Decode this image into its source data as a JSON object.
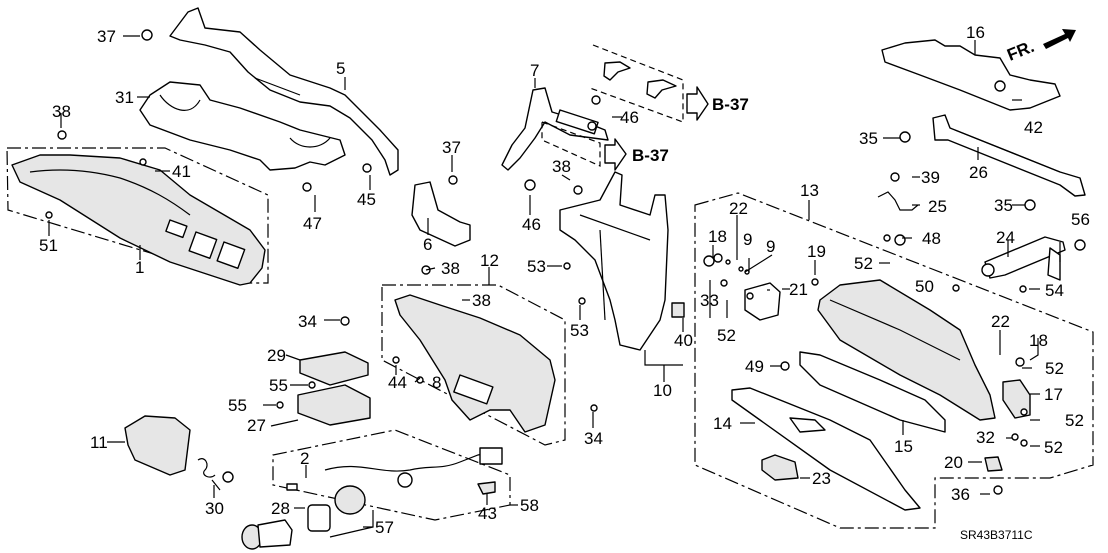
{
  "diagram": {
    "title": "Instrument panel / glove box exploded parts view",
    "code": "SR43B3711C",
    "direction_indicator": "FR.",
    "references": [
      "B-37",
      "B-37"
    ],
    "callouts": [
      {
        "id": "c37a",
        "label": "37"
      },
      {
        "id": "c5",
        "label": "5"
      },
      {
        "id": "c31",
        "label": "31"
      },
      {
        "id": "c38a",
        "label": "38"
      },
      {
        "id": "c41",
        "label": "41"
      },
      {
        "id": "c51",
        "label": "51"
      },
      {
        "id": "c1",
        "label": "1"
      },
      {
        "id": "c47",
        "label": "47"
      },
      {
        "id": "c45",
        "label": "45"
      },
      {
        "id": "c37b",
        "label": "37"
      },
      {
        "id": "c6",
        "label": "6"
      },
      {
        "id": "c7",
        "label": "7"
      },
      {
        "id": "c46a",
        "label": "46"
      },
      {
        "id": "c46b",
        "label": "46"
      },
      {
        "id": "c38b",
        "label": "38"
      },
      {
        "id": "c53a",
        "label": "53"
      },
      {
        "id": "c53b",
        "label": "53"
      },
      {
        "id": "c40",
        "label": "40"
      },
      {
        "id": "c10",
        "label": "10"
      },
      {
        "id": "c12",
        "label": "12"
      },
      {
        "id": "c38c",
        "label": "38"
      },
      {
        "id": "c38d",
        "label": "38"
      },
      {
        "id": "c34a",
        "label": "34"
      },
      {
        "id": "c29",
        "label": "29"
      },
      {
        "id": "c44",
        "label": "44"
      },
      {
        "id": "c8",
        "label": "8"
      },
      {
        "id": "c55a",
        "label": "55"
      },
      {
        "id": "c55b",
        "label": "55"
      },
      {
        "id": "c27",
        "label": "27"
      },
      {
        "id": "c34b",
        "label": "34"
      },
      {
        "id": "c11",
        "label": "11"
      },
      {
        "id": "c30",
        "label": "30"
      },
      {
        "id": "c2",
        "label": "2"
      },
      {
        "id": "c28",
        "label": "28"
      },
      {
        "id": "c57",
        "label": "57"
      },
      {
        "id": "c43",
        "label": "43"
      },
      {
        "id": "c58",
        "label": "58"
      },
      {
        "id": "c16",
        "label": "16"
      },
      {
        "id": "c35a",
        "label": "35"
      },
      {
        "id": "c42",
        "label": "42"
      },
      {
        "id": "c26",
        "label": "26"
      },
      {
        "id": "c39",
        "label": "39"
      },
      {
        "id": "c25",
        "label": "25"
      },
      {
        "id": "c35b",
        "label": "35"
      },
      {
        "id": "c48",
        "label": "48"
      },
      {
        "id": "c56",
        "label": "56"
      },
      {
        "id": "c24",
        "label": "24"
      },
      {
        "id": "c54",
        "label": "54"
      },
      {
        "id": "c13",
        "label": "13"
      },
      {
        "id": "c22a",
        "label": "22"
      },
      {
        "id": "c18a",
        "label": "18"
      },
      {
        "id": "c9a",
        "label": "9"
      },
      {
        "id": "c9b",
        "label": "9"
      },
      {
        "id": "c19",
        "label": "19"
      },
      {
        "id": "c52a",
        "label": "52"
      },
      {
        "id": "c50",
        "label": "50"
      },
      {
        "id": "c33",
        "label": "33"
      },
      {
        "id": "c21",
        "label": "21"
      },
      {
        "id": "c52b",
        "label": "52"
      },
      {
        "id": "c22b",
        "label": "22"
      },
      {
        "id": "c18b",
        "label": "18"
      },
      {
        "id": "c52c",
        "label": "52"
      },
      {
        "id": "c49",
        "label": "49"
      },
      {
        "id": "c17",
        "label": "17"
      },
      {
        "id": "c52d",
        "label": "52"
      },
      {
        "id": "c14",
        "label": "14"
      },
      {
        "id": "c15",
        "label": "15"
      },
      {
        "id": "c32",
        "label": "32"
      },
      {
        "id": "c52e",
        "label": "52"
      },
      {
        "id": "c20",
        "label": "20"
      },
      {
        "id": "c23",
        "label": "23"
      },
      {
        "id": "c36",
        "label": "36"
      }
    ]
  }
}
